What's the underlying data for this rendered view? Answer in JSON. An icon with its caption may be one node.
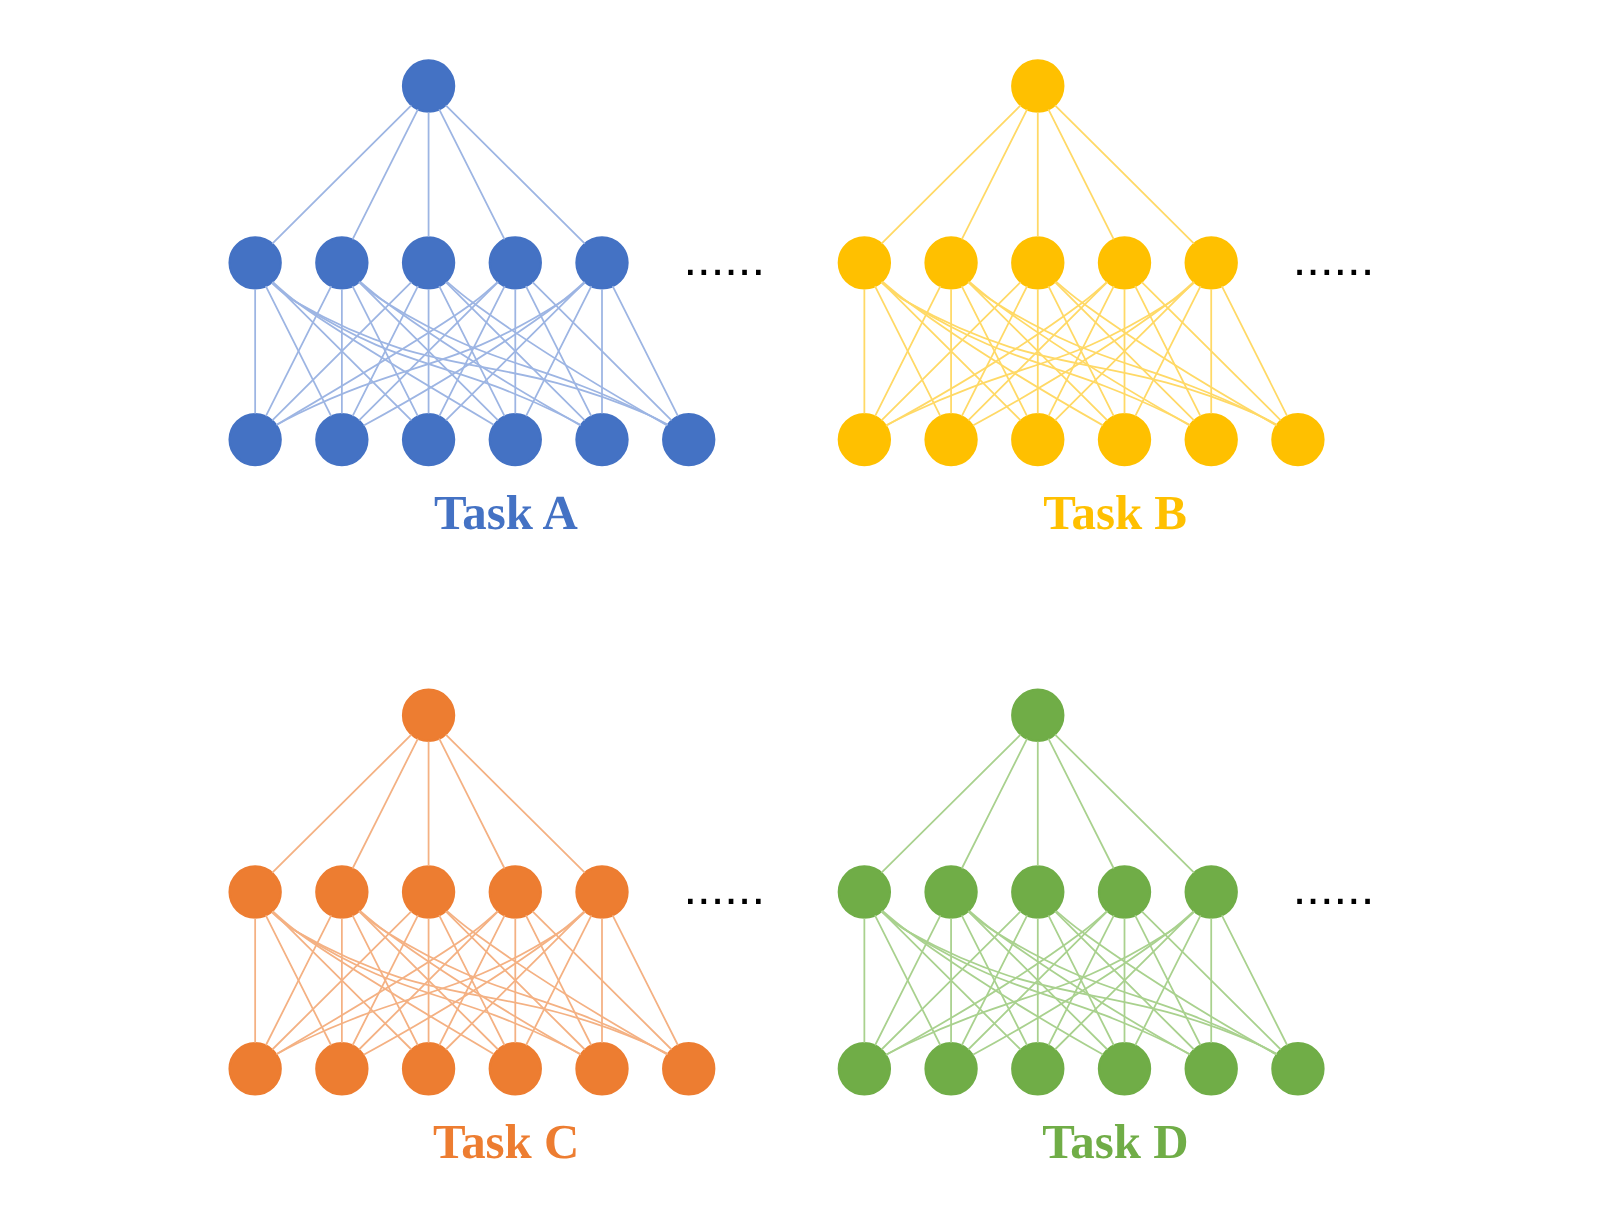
{
  "diagram": {
    "nodes": [
      {
        "text": [],
        "shape": "circle"
      },
      {
        "text": [],
        "shape": "circle"
      },
      {
        "text": [],
        "shape": "circle"
      },
      {
        "text": [],
        "shape": "circle"
      },
      {
        "text": [],
        "shape": "circle"
      },
      {
        "text": [],
        "shape": "circle"
      },
      {
        "text": [],
        "shape": "circle"
      },
      {
        "text": [],
        "shape": "circle"
      },
      {
        "text": [],
        "shape": "circle"
      },
      {
        "text": [],
        "shape": "circle"
      },
      {
        "text": [],
        "shape": "circle"
      },
      {
        "text": [],
        "shape": "circle"
      },
      {
        "text": [],
        "shape": "circle"
      },
      {
        "text": [],
        "shape": "circle"
      },
      {
        "text": [],
        "shape": "circle"
      },
      {
        "text": [],
        "shape": "circle"
      },
      {
        "text": [],
        "shape": "circle"
      },
      {
        "text": [],
        "shape": "circle"
      },
      {
        "text": [],
        "shape": "circle"
      },
      {
        "text": [],
        "shape": "circle"
      },
      {
        "text": [],
        "shape": "circle"
      },
      {
        "text": [],
        "shape": "circle"
      },
      {
        "text": [],
        "shape": "circle"
      },
      {
        "text": [],
        "shape": "circle"
      },
      {
        "text": [],
        "shape": "circle"
      },
      {
        "text": [],
        "shape": "circle"
      },
      {
        "text": [],
        "shape": "circle"
      },
      {
        "text": [],
        "shape": "circle"
      },
      {
        "text": [],
        "shape": "circle"
      },
      {
        "text": [],
        "shape": "circle"
      },
      {
        "text": [],
        "shape": "circle"
      },
      {
        "text": [],
        "shape": "circle"
      },
      {
        "text": [],
        "shape": "circle"
      },
      {
        "text": [],
        "shape": "circle"
      },
      {
        "text": [],
        "shape": "circle"
      },
      {
        "text": [],
        "shape": "circle"
      },
      {
        "text": [],
        "shape": "circle"
      },
      {
        "text": [],
        "shape": "circle"
      },
      {
        "text": [],
        "shape": "circle"
      },
      {
        "text": [],
        "shape": "circle"
      },
      {
        "text": [],
        "shape": "circle"
      },
      {
        "text": [],
        "shape": "circle"
      },
      {
        "text": [],
        "shape": "circle"
      },
      {
        "text": [],
        "shape": "circle"
      },
      {
        "text": [],
        "shape": "circle"
      },
      {
        "text": [],
        "shape": "circle"
      },
      {
        "text": [],
        "shape": "circle"
      },
      {
        "text": [],
        "shape": "circle"
      }
    ],
    "edges": [
      {
        "from": 0,
        "to": 1,
        "arrow": "none",
        "color": "#9db5e3"
      },
      {
        "from": 0,
        "to": 2,
        "arrow": "none",
        "color": "#9db5e3"
      },
      {
        "from": 0,
        "to": 3,
        "arrow": "none",
        "color": "#9db5e3"
      },
      {
        "from": 0,
        "to": 4,
        "arrow": "none",
        "color": "#9db5e3"
      },
      {
        "from": 0,
        "to": 5,
        "arrow": "none",
        "color": "#9db5e3"
      },
      {
        "from": 1,
        "to": 6,
        "arrow": "none",
        "color": "#9db5e3"
      },
      {
        "from": 1,
        "to": 7,
        "arrow": "none",
        "color": "#9db5e3"
      },
      {
        "from": 1,
        "to": 8,
        "arrow": "none",
        "color": "#9db5e3"
      },
      {
        "from": 1,
        "to": 9,
        "arrow": "none",
        "color": "#9db5e3"
      },
      {
        "from": 1,
        "to": 10,
        "arrow": "none",
        "color": "#9db5e3"
      },
      {
        "from": 1,
        "to": 11,
        "arrow": "none",
        "color": "#9db5e3"
      },
      {
        "from": 2,
        "to": 6,
        "arrow": "none",
        "color": "#9db5e3"
      },
      {
        "from": 2,
        "to": 7,
        "arrow": "none",
        "color": "#9db5e3"
      },
      {
        "from": 2,
        "to": 8,
        "arrow": "none",
        "color": "#9db5e3"
      },
      {
        "from": 2,
        "to": 9,
        "arrow": "none",
        "color": "#9db5e3"
      },
      {
        "from": 2,
        "to": 10,
        "arrow": "none",
        "color": "#9db5e3"
      },
      {
        "from": 2,
        "to": 11,
        "arrow": "none",
        "color": "#9db5e3"
      },
      {
        "from": 3,
        "to": 6,
        "arrow": "none",
        "color": "#9db5e3"
      },
      {
        "from": 3,
        "to": 7,
        "arrow": "none",
        "color": "#9db5e3"
      },
      {
        "from": 3,
        "to": 8,
        "arrow": "none",
        "color": "#9db5e3"
      },
      {
        "from": 3,
        "to": 9,
        "arrow": "none",
        "color": "#9db5e3"
      },
      {
        "from": 3,
        "to": 10,
        "arrow": "none",
        "color": "#9db5e3"
      },
      {
        "from": 3,
        "to": 11,
        "arrow": "none",
        "color": "#9db5e3"
      },
      {
        "from": 4,
        "to": 6,
        "arrow": "none",
        "color": "#9db5e3"
      },
      {
        "from": 4,
        "to": 7,
        "arrow": "none",
        "color": "#9db5e3"
      },
      {
        "from": 4,
        "to": 8,
        "arrow": "none",
        "color": "#9db5e3"
      },
      {
        "from": 4,
        "to": 9,
        "arrow": "none",
        "color": "#9db5e3"
      },
      {
        "from": 4,
        "to": 10,
        "arrow": "none",
        "color": "#9db5e3"
      },
      {
        "from": 4,
        "to": 11,
        "arrow": "none",
        "color": "#9db5e3"
      },
      {
        "from": 5,
        "to": 6,
        "arrow": "none",
        "color": "#9db5e3"
      },
      {
        "from": 5,
        "to": 7,
        "arrow": "none",
        "color": "#9db5e3"
      },
      {
        "from": 5,
        "to": 8,
        "arrow": "none",
        "color": "#9db5e3"
      },
      {
        "from": 5,
        "to": 9,
        "arrow": "none",
        "color": "#9db5e3"
      },
      {
        "from": 5,
        "to": 10,
        "arrow": "none",
        "color": "#9db5e3"
      },
      {
        "from": 5,
        "to": 11,
        "arrow": "none",
        "color": "#9db5e3"
      },
      {
        "from": 12,
        "to": 13,
        "arrow": "none",
        "color": "#ffd966"
      },
      {
        "from": 12,
        "to": 14,
        "arrow": "none",
        "color": "#ffd966"
      },
      {
        "from": 12,
        "to": 15,
        "arrow": "none",
        "color": "#ffd966"
      },
      {
        "from": 12,
        "to": 16,
        "arrow": "none",
        "color": "#ffd966"
      },
      {
        "from": 12,
        "to": 17,
        "arrow": "none",
        "color": "#ffd966"
      },
      {
        "from": 13,
        "to": 18,
        "arrow": "none",
        "color": "#ffd966"
      },
      {
        "from": 13,
        "to": 19,
        "arrow": "none",
        "color": "#ffd966"
      },
      {
        "from": 13,
        "to": 20,
        "arrow": "none",
        "color": "#ffd966"
      },
      {
        "from": 13,
        "to": 21,
        "arrow": "none",
        "color": "#ffd966"
      },
      {
        "from": 13,
        "to": 22,
        "arrow": "none",
        "color": "#ffd966"
      },
      {
        "from": 13,
        "to": 23,
        "arrow": "none",
        "color": "#ffd966"
      },
      {
        "from": 14,
        "to": 18,
        "arrow": "none",
        "color": "#ffd966"
      },
      {
        "from": 14,
        "to": 19,
        "arrow": "none",
        "color": "#ffd966"
      },
      {
        "from": 14,
        "to": 20,
        "arrow": "none",
        "color": "#ffd966"
      },
      {
        "from": 14,
        "to": 21,
        "arrow": "none",
        "color": "#ffd966"
      },
      {
        "from": 14,
        "to": 22,
        "arrow": "none",
        "color": "#ffd966"
      },
      {
        "from": 14,
        "to": 23,
        "arrow": "none",
        "color": "#ffd966"
      },
      {
        "from": 15,
        "to": 18,
        "arrow": "none",
        "color": "#ffd966"
      },
      {
        "from": 15,
        "to": 19,
        "arrow": "none",
        "color": "#ffd966"
      },
      {
        "from": 15,
        "to": 20,
        "arrow": "none",
        "color": "#ffd966"
      },
      {
        "from": 15,
        "to": 21,
        "arrow": "none",
        "color": "#ffd966"
      },
      {
        "from": 15,
        "to": 22,
        "arrow": "none",
        "color": "#ffd966"
      },
      {
        "from": 15,
        "to": 23,
        "arrow": "none",
        "color": "#ffd966"
      },
      {
        "from": 16,
        "to": 18,
        "arrow": "none",
        "color": "#ffd966"
      },
      {
        "from": 16,
        "to": 19,
        "arrow": "none",
        "color": "#ffd966"
      },
      {
        "from": 16,
        "to": 20,
        "arrow": "none",
        "color": "#ffd966"
      },
      {
        "from": 16,
        "to": 21,
        "arrow": "none",
        "color": "#ffd966"
      },
      {
        "from": 16,
        "to": 22,
        "arrow": "none",
        "color": "#ffd966"
      },
      {
        "from": 16,
        "to": 23,
        "arrow": "none",
        "color": "#ffd966"
      },
      {
        "from": 17,
        "to": 18,
        "arrow": "none",
        "color": "#ffd966"
      },
      {
        "from": 17,
        "to": 19,
        "arrow": "none",
        "color": "#ffd966"
      },
      {
        "from": 17,
        "to": 20,
        "arrow": "none",
        "color": "#ffd966"
      },
      {
        "from": 17,
        "to": 21,
        "arrow": "none",
        "color": "#ffd966"
      },
      {
        "from": 17,
        "to": 22,
        "arrow": "none",
        "color": "#ffd966"
      },
      {
        "from": 17,
        "to": 23,
        "arrow": "none",
        "color": "#ffd966"
      },
      {
        "from": 24,
        "to": 25,
        "arrow": "none",
        "color": "#f4b183"
      },
      {
        "from": 24,
        "to": 26,
        "arrow": "none",
        "color": "#f4b183"
      },
      {
        "from": 24,
        "to": 27,
        "arrow": "none",
        "color": "#f4b183"
      },
      {
        "from": 24,
        "to": 28,
        "arrow": "none",
        "color": "#f4b183"
      },
      {
        "from": 24,
        "to": 29,
        "arrow": "none",
        "color": "#f4b183"
      },
      {
        "from": 25,
        "to": 30,
        "arrow": "none",
        "color": "#f4b183"
      },
      {
        "from": 25,
        "to": 31,
        "arrow": "none",
        "color": "#f4b183"
      },
      {
        "from": 25,
        "to": 32,
        "arrow": "none",
        "color": "#f4b183"
      },
      {
        "from": 25,
        "to": 33,
        "arrow": "none",
        "color": "#f4b183"
      },
      {
        "from": 25,
        "to": 34,
        "arrow": "none",
        "color": "#f4b183"
      },
      {
        "from": 25,
        "to": 35,
        "arrow": "none",
        "color": "#f4b183"
      },
      {
        "from": 26,
        "to": 30,
        "arrow": "none",
        "color": "#f4b183"
      },
      {
        "from": 26,
        "to": 31,
        "arrow": "none",
        "color": "#f4b183"
      },
      {
        "from": 26,
        "to": 32,
        "arrow": "none",
        "color": "#f4b183"
      },
      {
        "from": 26,
        "to": 33,
        "arrow": "none",
        "color": "#f4b183"
      },
      {
        "from": 26,
        "to": 34,
        "arrow": "none",
        "color": "#f4b183"
      },
      {
        "from": 26,
        "to": 35,
        "arrow": "none",
        "color": "#f4b183"
      },
      {
        "from": 27,
        "to": 30,
        "arrow": "none",
        "color": "#f4b183"
      },
      {
        "from": 27,
        "to": 31,
        "arrow": "none",
        "color": "#f4b183"
      },
      {
        "from": 27,
        "to": 32,
        "arrow": "none",
        "color": "#f4b183"
      },
      {
        "from": 27,
        "to": 33,
        "arrow": "none",
        "color": "#f4b183"
      },
      {
        "from": 27,
        "to": 34,
        "arrow": "none",
        "color": "#f4b183"
      },
      {
        "from": 27,
        "to": 35,
        "arrow": "none",
        "color": "#f4b183"
      },
      {
        "from": 28,
        "to": 30,
        "arrow": "none",
        "color": "#f4b183"
      },
      {
        "from": 28,
        "to": 31,
        "arrow": "none",
        "color": "#f4b183"
      },
      {
        "from": 28,
        "to": 32,
        "arrow": "none",
        "color": "#f4b183"
      },
      {
        "from": 28,
        "to": 33,
        "arrow": "none",
        "color": "#f4b183"
      },
      {
        "from": 28,
        "to": 34,
        "arrow": "none",
        "color": "#f4b183"
      },
      {
        "from": 28,
        "to": 35,
        "arrow": "none",
        "color": "#f4b183"
      },
      {
        "from": 29,
        "to": 30,
        "arrow": "none",
        "color": "#f4b183"
      },
      {
        "from": 29,
        "to": 31,
        "arrow": "none",
        "color": "#f4b183"
      },
      {
        "from": 29,
        "to": 32,
        "arrow": "none",
        "color": "#f4b183"
      },
      {
        "from": 29,
        "to": 33,
        "arrow": "none",
        "color": "#f4b183"
      },
      {
        "from": 29,
        "to": 34,
        "arrow": "none",
        "color": "#f4b183"
      },
      {
        "from": 29,
        "to": 35,
        "arrow": "none",
        "color": "#f4b183"
      },
      {
        "from": 36,
        "to": 37,
        "arrow": "none",
        "color": "#a9d18e"
      },
      {
        "from": 36,
        "to": 38,
        "arrow": "none",
        "color": "#a9d18e"
      },
      {
        "from": 36,
        "to": 39,
        "arrow": "none",
        "color": "#a9d18e"
      },
      {
        "from": 36,
        "to": 40,
        "arrow": "none",
        "color": "#a9d18e"
      },
      {
        "from": 36,
        "to": 41,
        "arrow": "none",
        "color": "#a9d18e"
      },
      {
        "from": 37,
        "to": 42,
        "arrow": "none",
        "color": "#a9d18e"
      },
      {
        "from": 37,
        "to": 43,
        "arrow": "none",
        "color": "#a9d18e"
      },
      {
        "from": 37,
        "to": 44,
        "arrow": "none",
        "color": "#a9d18e"
      },
      {
        "from": 37,
        "to": 45,
        "arrow": "none",
        "color": "#a9d18e"
      },
      {
        "from": 37,
        "to": 46,
        "arrow": "none",
        "color": "#a9d18e"
      },
      {
        "from": 37,
        "to": 47,
        "arrow": "none",
        "color": "#a9d18e"
      },
      {
        "from": 38,
        "to": 42,
        "arrow": "none",
        "color": "#a9d18e"
      },
      {
        "from": 38,
        "to": 43,
        "arrow": "none",
        "color": "#a9d18e"
      },
      {
        "from": 38,
        "to": 44,
        "arrow": "none",
        "color": "#a9d18e"
      },
      {
        "from": 38,
        "to": 45,
        "arrow": "none",
        "color": "#a9d18e"
      },
      {
        "from": 38,
        "to": 46,
        "arrow": "none",
        "color": "#a9d18e"
      },
      {
        "from": 38,
        "to": 47,
        "arrow": "none",
        "color": "#a9d18e"
      },
      {
        "from": 39,
        "to": 42,
        "arrow": "none",
        "color": "#a9d18e"
      },
      {
        "from": 39,
        "to": 43,
        "arrow": "none",
        "color": "#a9d18e"
      },
      {
        "from": 39,
        "to": 44,
        "arrow": "none",
        "color": "#a9d18e"
      },
      {
        "from": 39,
        "to": 45,
        "arrow": "none",
        "color": "#a9d18e"
      },
      {
        "from": 39,
        "to": 46,
        "arrow": "none",
        "color": "#a9d18e"
      },
      {
        "from": 39,
        "to": 47,
        "arrow": "none",
        "color": "#a9d18e"
      },
      {
        "from": 40,
        "to": 42,
        "arrow": "none",
        "color": "#a9d18e"
      },
      {
        "from": 40,
        "to": 43,
        "arrow": "none",
        "color": "#a9d18e"
      },
      {
        "from": 40,
        "to": 44,
        "arrow": "none",
        "color": "#a9d18e"
      },
      {
        "from": 40,
        "to": 45,
        "arrow": "none",
        "color": "#a9d18e"
      },
      {
        "from": 40,
        "to": 46,
        "arrow": "none",
        "color": "#a9d18e"
      },
      {
        "from": 40,
        "to": 47,
        "arrow": "none",
        "color": "#a9d18e"
      },
      {
        "from": 41,
        "to": 42,
        "arrow": "none",
        "color": "#a9d18e"
      },
      {
        "from": 41,
        "to": 43,
        "arrow": "none",
        "color": "#a9d18e"
      },
      {
        "from": 41,
        "to": 44,
        "arrow": "none",
        "color": "#a9d18e"
      },
      {
        "from": 41,
        "to": 45,
        "arrow": "none",
        "color": "#a9d18e"
      },
      {
        "from": 41,
        "to": 46,
        "arrow": "none",
        "color": "#a9d18e"
      },
      {
        "from": 41,
        "to": 47,
        "arrow": "none",
        "color": "#a9d18e"
      }
    ],
    "labels": [
      "......",
      "......",
      "Task A",
      "Task B",
      "......",
      "......",
      "Task C",
      "Task D"
    ]
  }
}
